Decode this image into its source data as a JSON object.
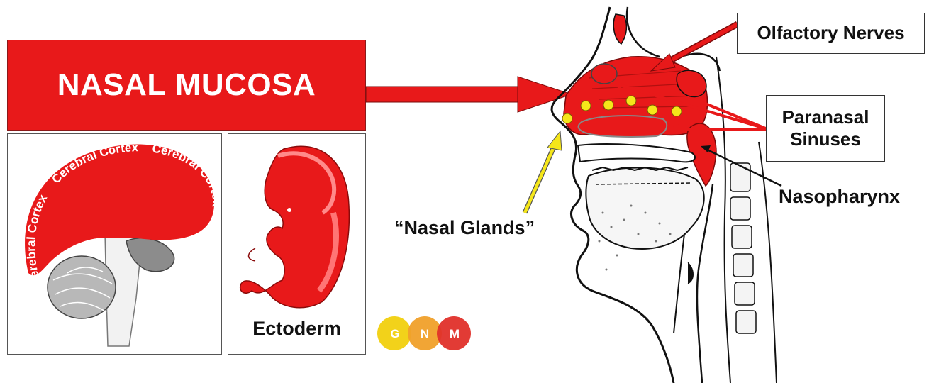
{
  "title": "NASAL MUCOSA",
  "brain_labels": [
    "Cerebral Cortex",
    "Cerebral Cortex",
    "Cerebral Cortex"
  ],
  "embryo_label": "Ectoderm",
  "callouts": {
    "olfactory": "Olfactory Nerves",
    "paranasal_line1": "Paranasal",
    "paranasal_line2": "Sinuses",
    "nasopharynx": "Nasopharynx",
    "nasal_glands": "“Nasal Glands”"
  },
  "logo": {
    "letters": [
      "G",
      "N",
      "M"
    ],
    "colors": [
      "#f2d21a",
      "#f0a02a",
      "#e0302a"
    ]
  },
  "colors": {
    "red": "#e8191a",
    "dark_red": "#b01010",
    "yellow": "#f5e61a",
    "gray": "#888888"
  }
}
